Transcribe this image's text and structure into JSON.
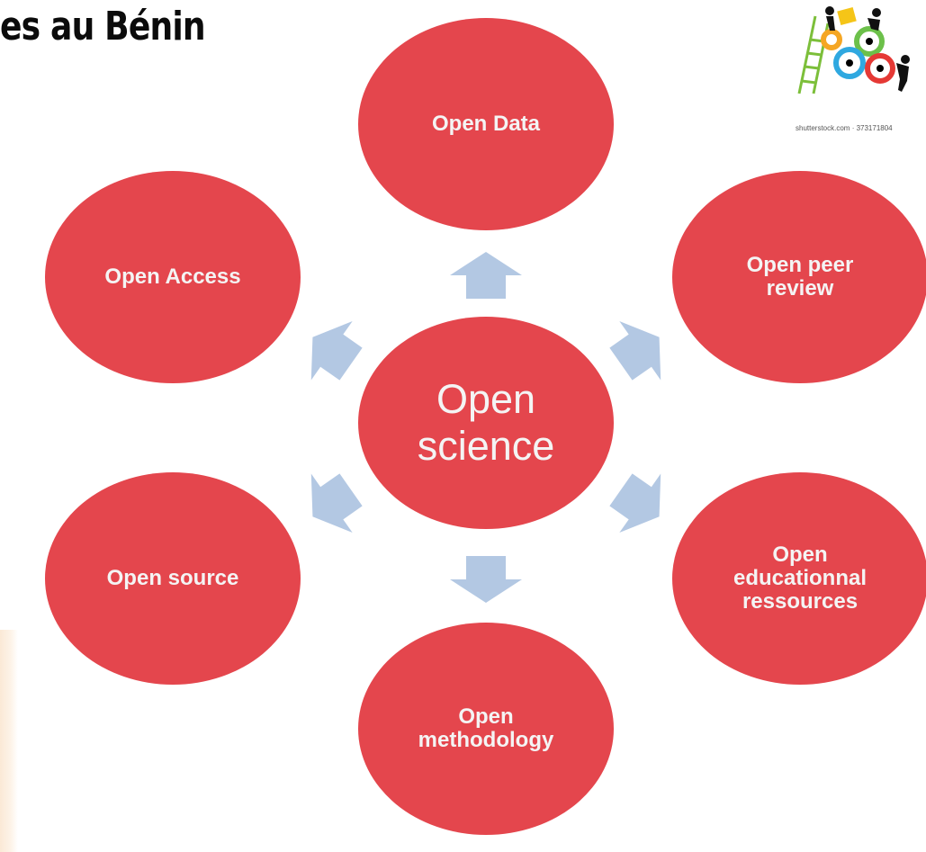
{
  "header": {
    "title": "es au Bénin"
  },
  "logo": {
    "icon": "teamwork-gears-icon"
  },
  "watermark": "shutterstock.com · 373171804",
  "diagram": {
    "colors": {
      "node": "#e4464d",
      "arrow": "#b3c8e3"
    },
    "center": {
      "line1": "Open",
      "line2": "science"
    },
    "nodes": {
      "open_data": {
        "line1": "Open Data"
      },
      "open_access": {
        "line1": "Open Access"
      },
      "open_peer_review": {
        "line1": "Open peer",
        "line2": "review"
      },
      "open_source": {
        "line1": "Open source"
      },
      "open_educational": {
        "line1": "Open",
        "line2": "educationnal",
        "line3": "ressources"
      },
      "open_methodology": {
        "line1": "Open",
        "line2": "methodology"
      }
    }
  }
}
